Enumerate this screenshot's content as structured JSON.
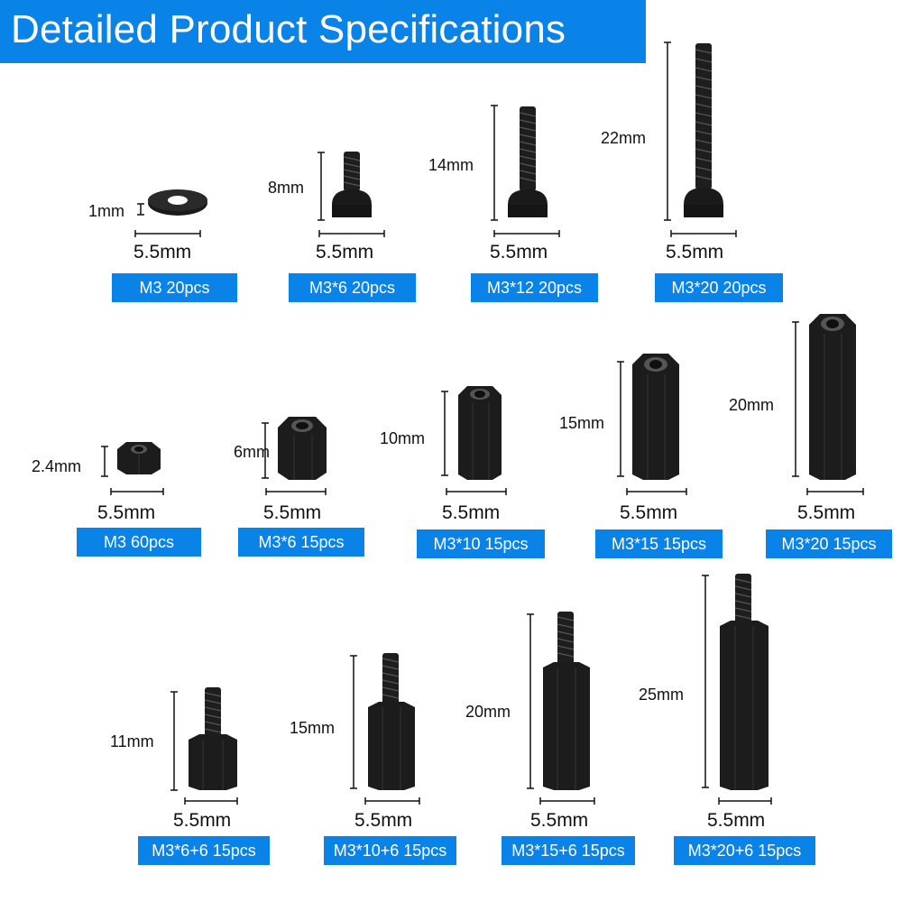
{
  "title": "Detailed Product Specifications",
  "colors": {
    "accent": "#0a83e8",
    "part": "#1a1a1a"
  },
  "rows": [
    [
      {
        "kind": "washer",
        "height": "1mm",
        "width": "5.5mm",
        "label": "M3 20pcs"
      },
      {
        "kind": "screw",
        "height": "8mm",
        "width": "5.5mm",
        "label": "M3*6 20pcs"
      },
      {
        "kind": "screw",
        "height": "14mm",
        "width": "5.5mm",
        "label": "M3*12 20pcs"
      },
      {
        "kind": "screw",
        "height": "22mm",
        "width": "5.5mm",
        "label": "M3*20 20pcs"
      }
    ],
    [
      {
        "kind": "nut",
        "height": "2.4mm",
        "width": "5.5mm",
        "label": "M3 60pcs"
      },
      {
        "kind": "standoff",
        "height": "6mm",
        "width": "5.5mm",
        "label": "M3*6 15pcs"
      },
      {
        "kind": "standoff",
        "height": "10mm",
        "width": "5.5mm",
        "label": "M3*10 15pcs"
      },
      {
        "kind": "standoff",
        "height": "15mm",
        "width": "5.5mm",
        "label": "M3*15 15pcs"
      },
      {
        "kind": "standoff",
        "height": "20mm",
        "width": "5.5mm",
        "label": "M3*20 15pcs"
      }
    ],
    [
      {
        "kind": "malefemale",
        "height": "11mm",
        "width": "5.5mm",
        "label": "M3*6+6 15pcs"
      },
      {
        "kind": "malefemale",
        "height": "15mm",
        "width": "5.5mm",
        "label": "M3*10+6 15pcs"
      },
      {
        "kind": "malefemale",
        "height": "20mm",
        "width": "5.5mm",
        "label": "M3*15+6 15pcs"
      },
      {
        "kind": "malefemale",
        "height": "25mm",
        "width": "5.5mm",
        "label": "M3*20+6 15pcs"
      }
    ]
  ]
}
